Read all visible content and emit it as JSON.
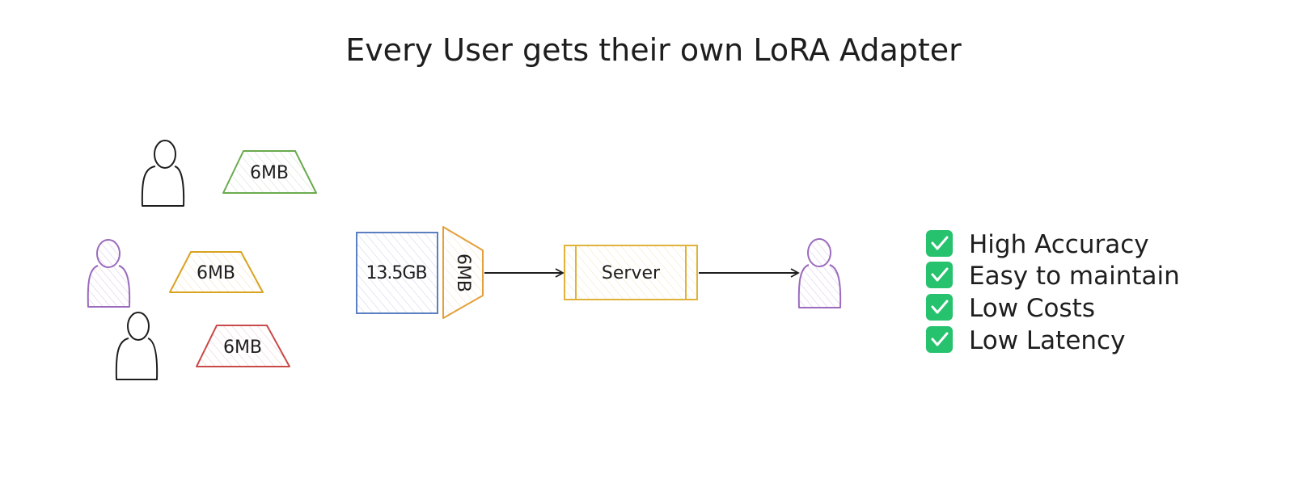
{
  "title": "Every User gets their own LoRA Adapter",
  "adapters": [
    {
      "size": "6MB",
      "color": "#6aaa4e"
    },
    {
      "size": "6MB",
      "color": "#d9a320"
    },
    {
      "size": "6MB",
      "color": "#c94a4a"
    }
  ],
  "base_model": {
    "size": "13.5GB",
    "color": "#5b7fc0"
  },
  "attached_adapter": {
    "size": "6MB",
    "color": "#e3a03a"
  },
  "server": {
    "label": "Server",
    "color": "#e0b23a"
  },
  "user_colors": {
    "default": "#1e1e1e",
    "highlight": "#9b6bbd"
  },
  "check_color": "#26c26e",
  "benefits": [
    "High Accuracy",
    "Easy to maintain",
    "Low Costs",
    "Low Latency"
  ]
}
